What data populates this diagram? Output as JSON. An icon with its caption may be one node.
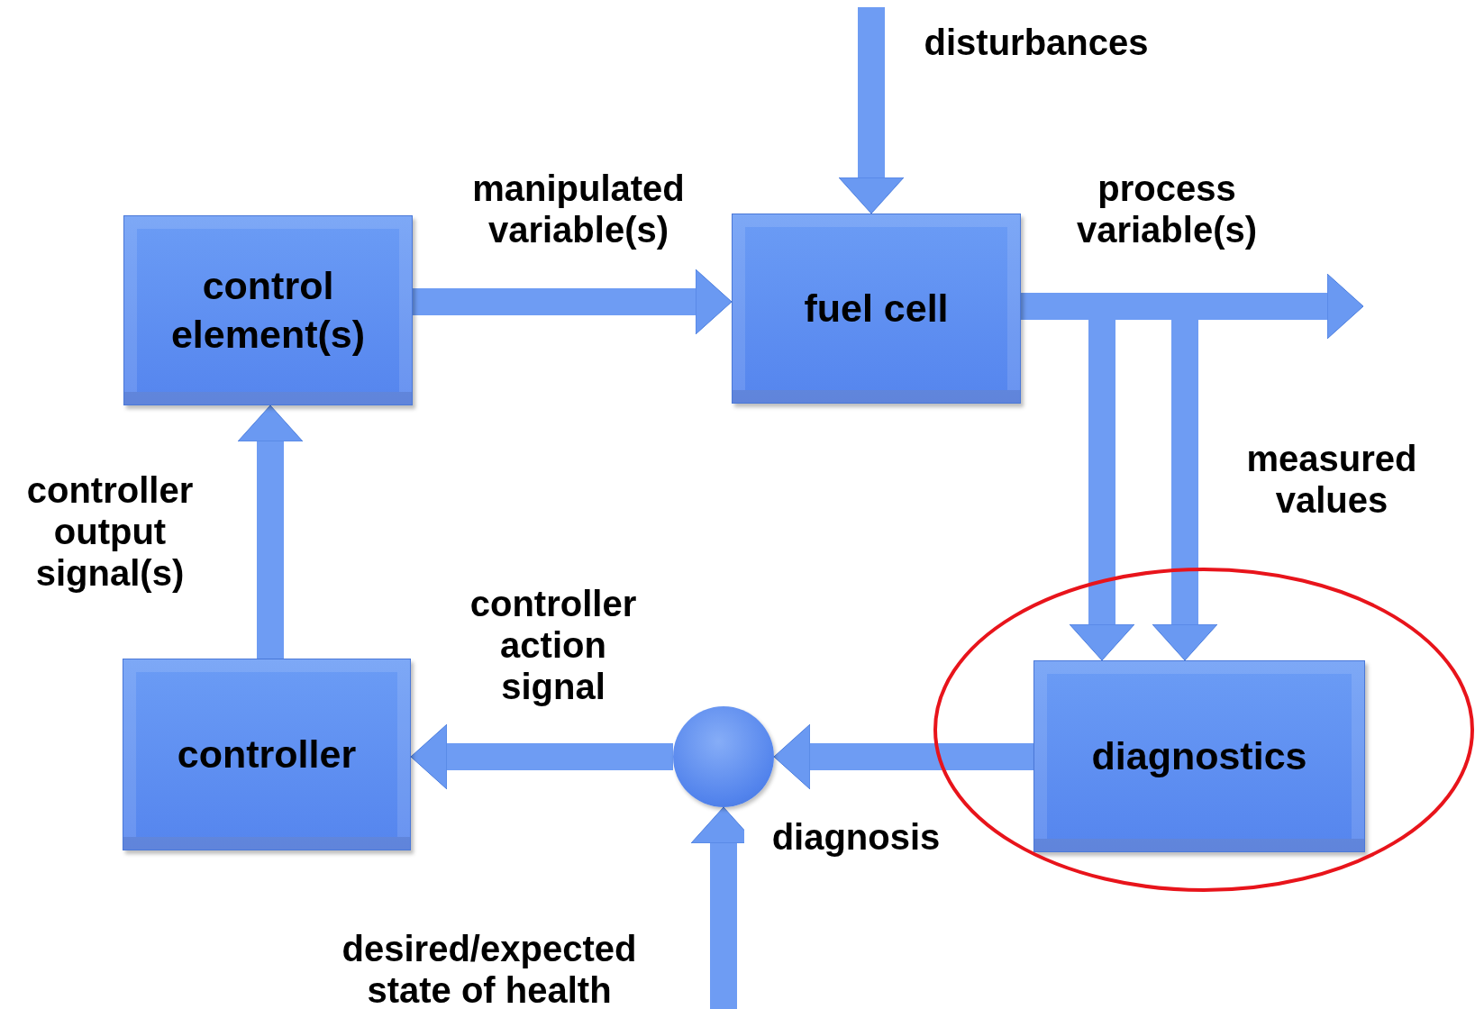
{
  "diagram": {
    "nodes": [
      {
        "text": [
          "control element(s)"
        ]
      },
      {
        "text": [
          "fuel cell"
        ]
      },
      {
        "text": [
          "controller"
        ]
      },
      {
        "text": [
          "diagnostics"
        ]
      },
      {
        "text": [],
        "shape": "circle"
      }
    ],
    "edges": [
      {
        "from": null,
        "to": 1,
        "arrow": "to",
        "label": "disturbances"
      },
      {
        "from": 0,
        "to": 1,
        "arrow": "to",
        "label": "manipulated variable(s)"
      },
      {
        "from": 1,
        "to": null,
        "arrow": "to",
        "label": "process variable(s)"
      },
      {
        "from": 1,
        "to": 3,
        "arrow": "to"
      },
      {
        "from": 1,
        "to": 3,
        "arrow": "to",
        "label": "measured values"
      },
      {
        "from": 3,
        "to": 4,
        "arrow": "to",
        "label": "diagnosis"
      },
      {
        "from": null,
        "to": 4,
        "arrow": "to",
        "label": "desired/expected state of health"
      },
      {
        "from": 4,
        "to": 2,
        "arrow": "to",
        "label": "controller action signal"
      },
      {
        "from": 2,
        "to": 0,
        "arrow": "to",
        "label": "controller output signal(s)"
      }
    ]
  }
}
